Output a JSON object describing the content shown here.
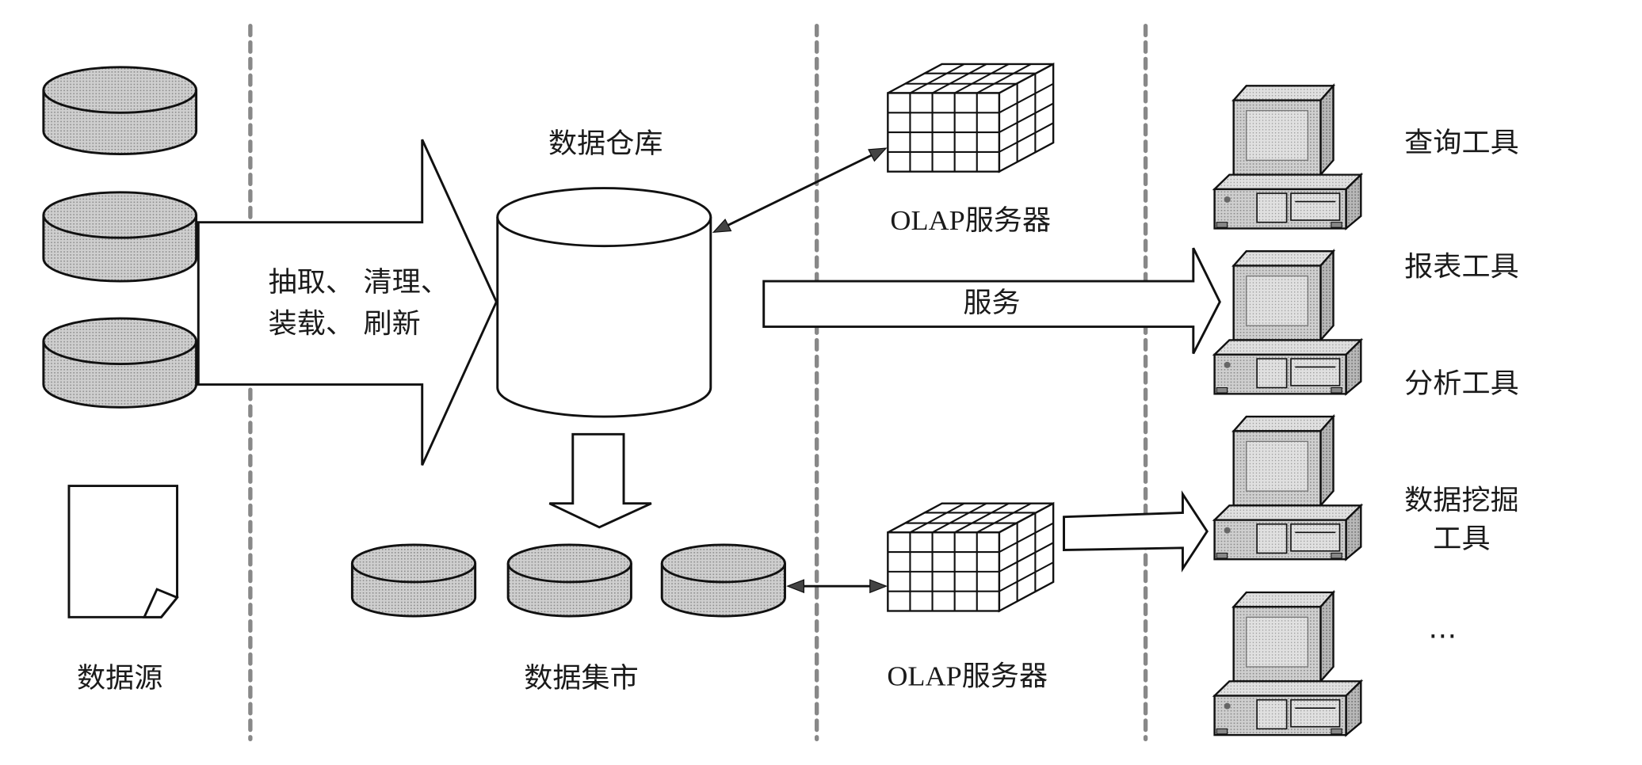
{
  "diagram": {
    "title": "Data warehouse architecture",
    "data_sources": {
      "label": "数据源",
      "disk_count": 3,
      "has_document": true
    },
    "etl_arrow": {
      "line1": "抽取、 清理、",
      "line2": "装载、 刷新"
    },
    "warehouse": {
      "label": "数据仓库"
    },
    "olap_servers": [
      {
        "label": "OLAP服务器"
      },
      {
        "label": "OLAP服务器"
      }
    ],
    "service_arrow": {
      "label": "服务"
    },
    "data_marts": {
      "label": "数据集市",
      "disk_count": 3
    },
    "tools": [
      {
        "label": "查询工具"
      },
      {
        "label": "报表工具"
      },
      {
        "label": "分析工具"
      },
      {
        "label_line1": "数据挖掘",
        "label_line2": "工具"
      },
      {
        "label": "…"
      }
    ],
    "colors": {
      "stroke": "#111111",
      "disk_fill": "#c8c8c8",
      "divider": "#888888",
      "background": "#ffffff"
    }
  }
}
